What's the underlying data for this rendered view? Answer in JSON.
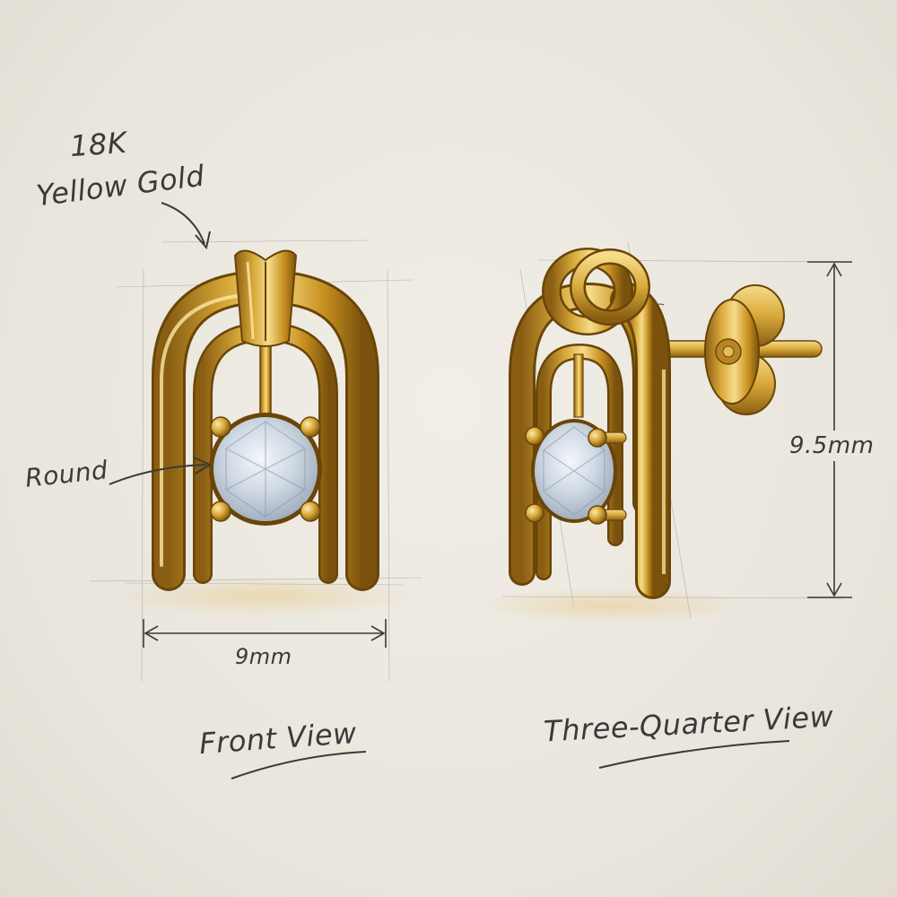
{
  "material": {
    "karat": "18K",
    "metal": "Yellow Gold"
  },
  "stone": {
    "shape": "Round"
  },
  "dimensions": {
    "width": "9mm",
    "height": "9.5mm"
  },
  "views": {
    "front": "Front View",
    "three_quarter": "Three-Quarter View"
  },
  "colors": {
    "paper": "#ece8e0",
    "gold": "#d8a93a",
    "gold_dark": "#8a5e12",
    "gold_light": "#f6dc8a",
    "ink": "#3a3a3a",
    "stone": "#cfd9e4"
  }
}
